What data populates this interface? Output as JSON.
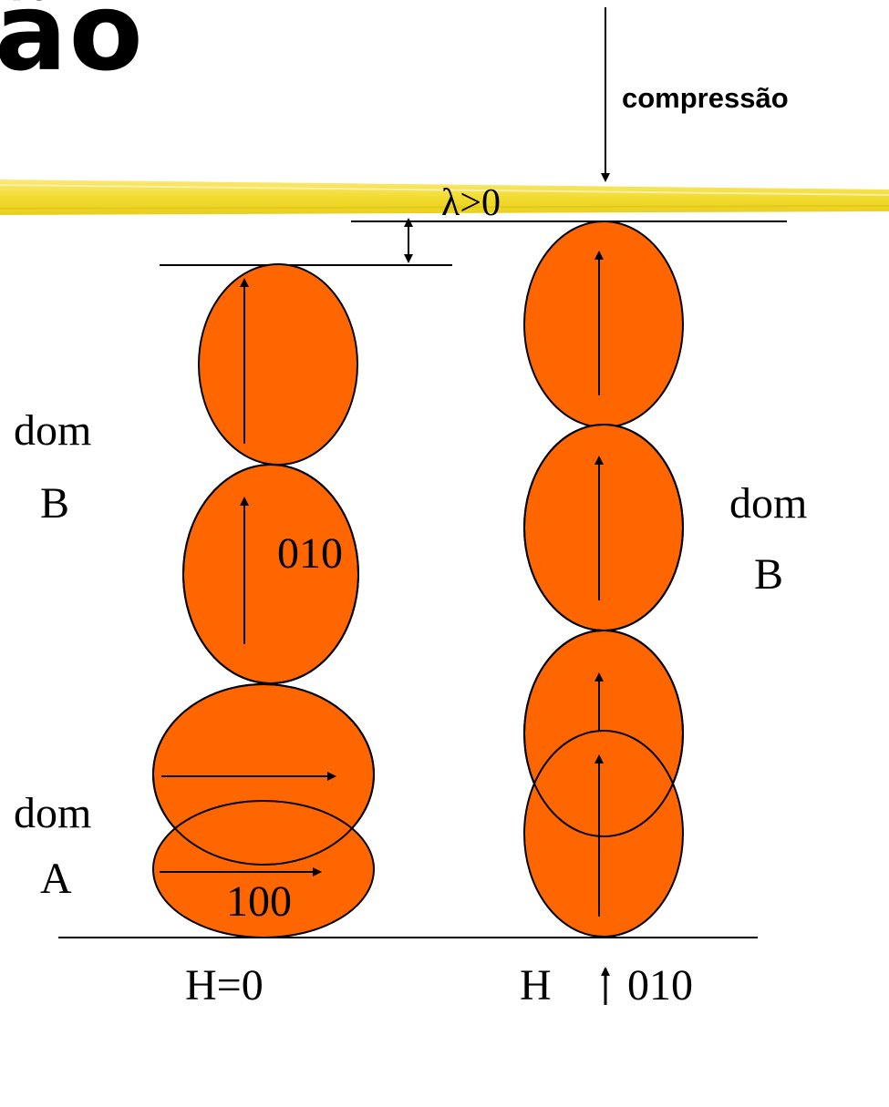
{
  "slide": {
    "title_fragment": "ão",
    "compression_label": "compressão",
    "lambda_label": "λ>0"
  },
  "left_column": {
    "domain_b_label": "dom\nB",
    "domain_a_label": "dom\nA",
    "orientation_b": "010",
    "orientation_a": "100",
    "field_label": "H=0"
  },
  "right_column": {
    "domain_b_label": "dom\nB",
    "field_label_h": "H",
    "field_label_dir": "010"
  },
  "colors": {
    "grain_fill": "#ff6600",
    "grain_stroke": "#000000",
    "title_bar": "#f2dc30"
  },
  "icons": {
    "arrow": "arrow-icon",
    "double_arrow": "double-arrow-icon"
  }
}
